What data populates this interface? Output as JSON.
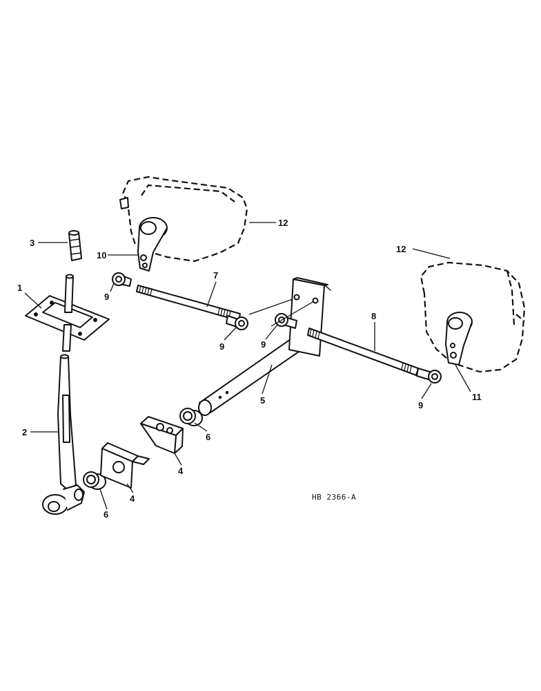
{
  "callouts": {
    "c1": "1",
    "c2": "2",
    "c3": "3",
    "c4a": "4",
    "c4b": "4",
    "c5": "5",
    "c6a": "6",
    "c6b": "6",
    "c7": "7",
    "c8": "8",
    "c9a": "9",
    "c9b": "9",
    "c9c": "9",
    "c9d": "9",
    "c10": "10",
    "c11": "11",
    "c12a": "12",
    "c12b": "12"
  },
  "reference_code": "HB 2366-A"
}
